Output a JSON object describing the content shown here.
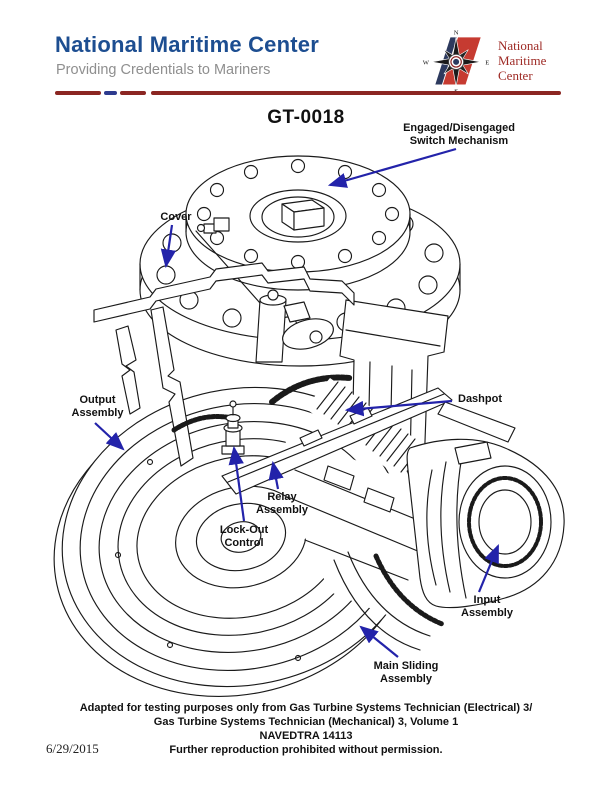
{
  "header": {
    "title": "National Maritime Center",
    "subtitle": "Providing Credentials to Mariners",
    "logo": {
      "text_lines": [
        "National",
        "Maritime",
        "Center"
      ],
      "compass": [
        "N",
        "E",
        "S",
        "W"
      ]
    }
  },
  "figure": {
    "title": "GT-0018",
    "callouts": {
      "switch": {
        "lines": [
          "Engaged/Disengaged",
          "Switch Mechanism"
        ]
      },
      "cover": {
        "lines": [
          "Cover"
        ]
      },
      "output": {
        "lines": [
          "Output",
          "Assembly"
        ]
      },
      "dashpot": {
        "lines": [
          "Dashpot"
        ]
      },
      "relay": {
        "lines": [
          "Relay",
          "Assembly"
        ]
      },
      "lockout": {
        "lines": [
          "Lock-Out",
          "Control"
        ]
      },
      "input": {
        "lines": [
          "Input",
          "Assembly"
        ]
      },
      "main_sliding": {
        "lines": [
          "Main Sliding",
          "Assembly"
        ]
      }
    }
  },
  "footer": {
    "lines": [
      "Adapted for testing purposes only from Gas Turbine Systems Technician (Electrical) 3/",
      "Gas Turbine Systems Technician (Mechanical) 3, Volume 1",
      "NAVEDTRA 14113",
      "Further reproduction prohibited without permission."
    ],
    "date": "6/29/2015"
  },
  "colors": {
    "header_blue": "#1d4e91",
    "subtitle_gray": "#8f8f8f",
    "divider_maroon": "#8b2622",
    "divider_blue": "#2d3a8e",
    "callout_arrow_blue": "#2323aa",
    "logo_red": "#c63b31",
    "logo_text_red": "#9e2a25",
    "drawing_line": "#1a1a1a"
  }
}
